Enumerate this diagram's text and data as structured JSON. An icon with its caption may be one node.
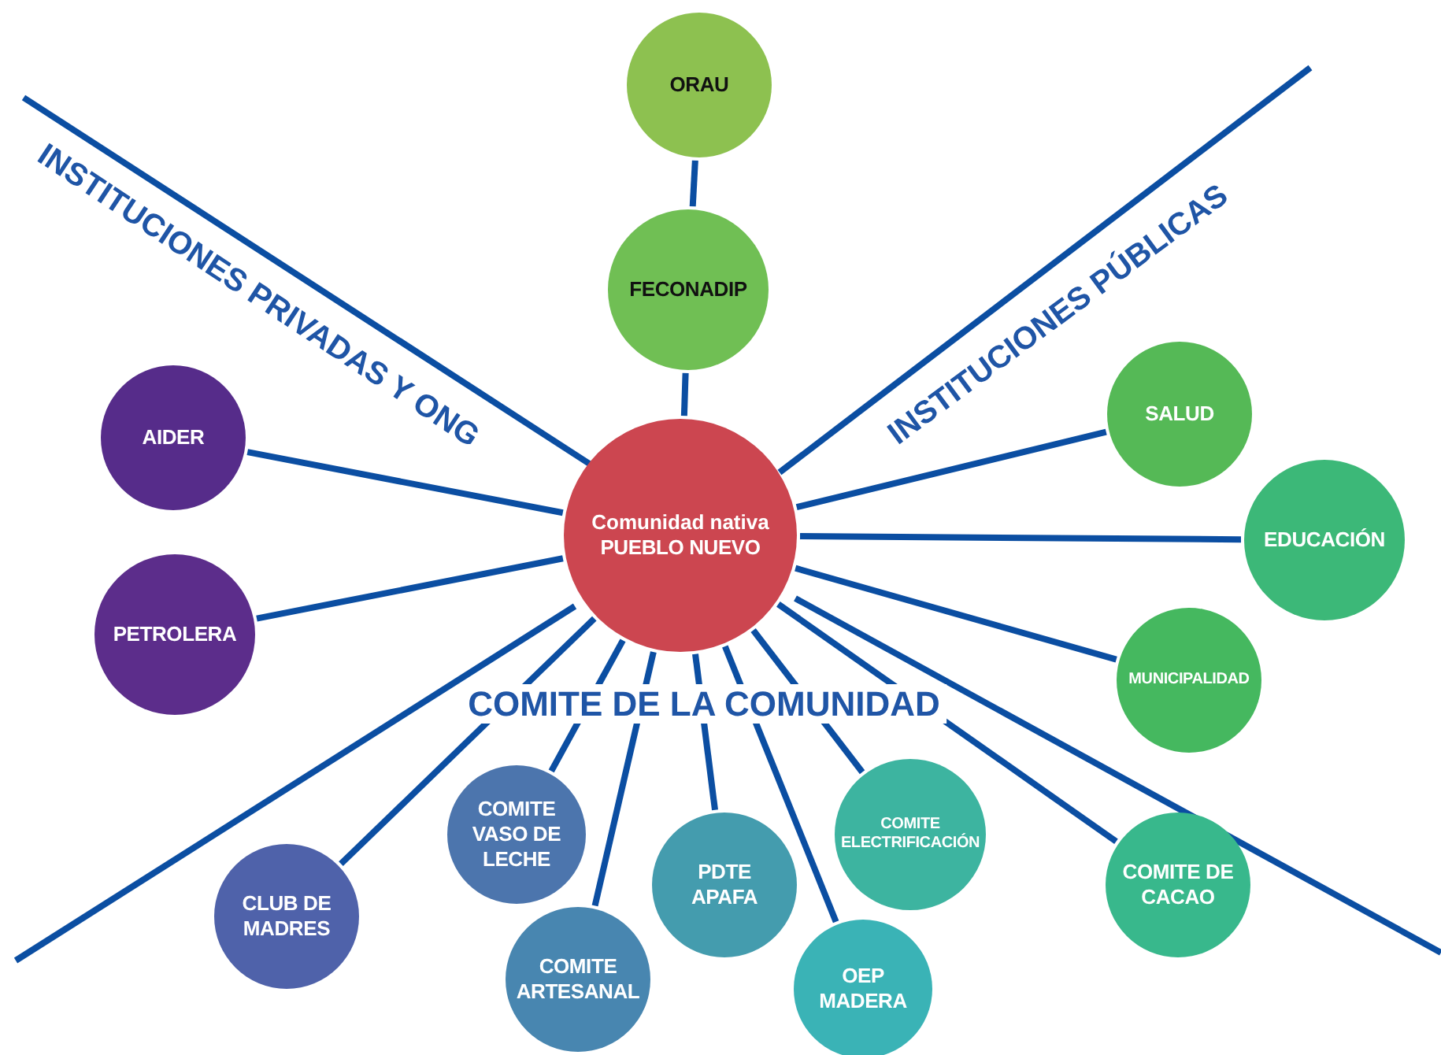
{
  "diagram": {
    "nodes": [
      {
        "text": [
          "ORAU"
        ]
      },
      {
        "text": [
          "FECONADIP"
        ]
      },
      {
        "text": [
          "Comunidad nativa",
          "PUEBLO NUEVO"
        ]
      },
      {
        "text": [
          "AIDER"
        ]
      },
      {
        "text": [
          "PETROLERA"
        ]
      },
      {
        "text": [
          "SALUD"
        ]
      },
      {
        "text": [
          "EDUCACIÓN"
        ]
      },
      {
        "text": [
          "MUNICIPALIDAD"
        ]
      },
      {
        "text": [
          "CLUB DE MADRES"
        ]
      },
      {
        "text": [
          "COMITE VASO DE LECHE"
        ]
      },
      {
        "text": [
          "COMITE ARTESANAL"
        ]
      },
      {
        "text": [
          "PDTE APAFA"
        ]
      },
      {
        "text": [
          "COMITE ELECTRIFICACIÓN"
        ]
      },
      {
        "text": [
          "OEP MADERA"
        ]
      },
      {
        "text": [
          "COMITE DE CACAO"
        ]
      }
    ],
    "edges": [
      {
        "from": 0,
        "to": 1,
        "arrow": "none"
      },
      {
        "from": 1,
        "to": 2,
        "arrow": "none"
      },
      {
        "from": 2,
        "to": 3,
        "arrow": "none"
      },
      {
        "from": 2,
        "to": 4,
        "arrow": "none"
      },
      {
        "from": 2,
        "to": 5,
        "arrow": "none"
      },
      {
        "from": 2,
        "to": 6,
        "arrow": "none"
      },
      {
        "from": 2,
        "to": 7,
        "arrow": "none"
      },
      {
        "from": 2,
        "to": 8,
        "arrow": "none"
      },
      {
        "from": 2,
        "to": 9,
        "arrow": "none"
      },
      {
        "from": 2,
        "to": 10,
        "arrow": "none"
      },
      {
        "from": 2,
        "to": 11,
        "arrow": "none"
      },
      {
        "from": 2,
        "to": 12,
        "arrow": "none"
      },
      {
        "from": 2,
        "to": 13,
        "arrow": "none"
      },
      {
        "from": 2,
        "to": 14,
        "arrow": "none"
      }
    ],
    "labels": [
      "INSTITUCIONES PRIVADAS Y ONG",
      "INSTITUCIONES PÚBLICAS",
      "COMITE DE LA COMUNIDAD"
    ]
  }
}
